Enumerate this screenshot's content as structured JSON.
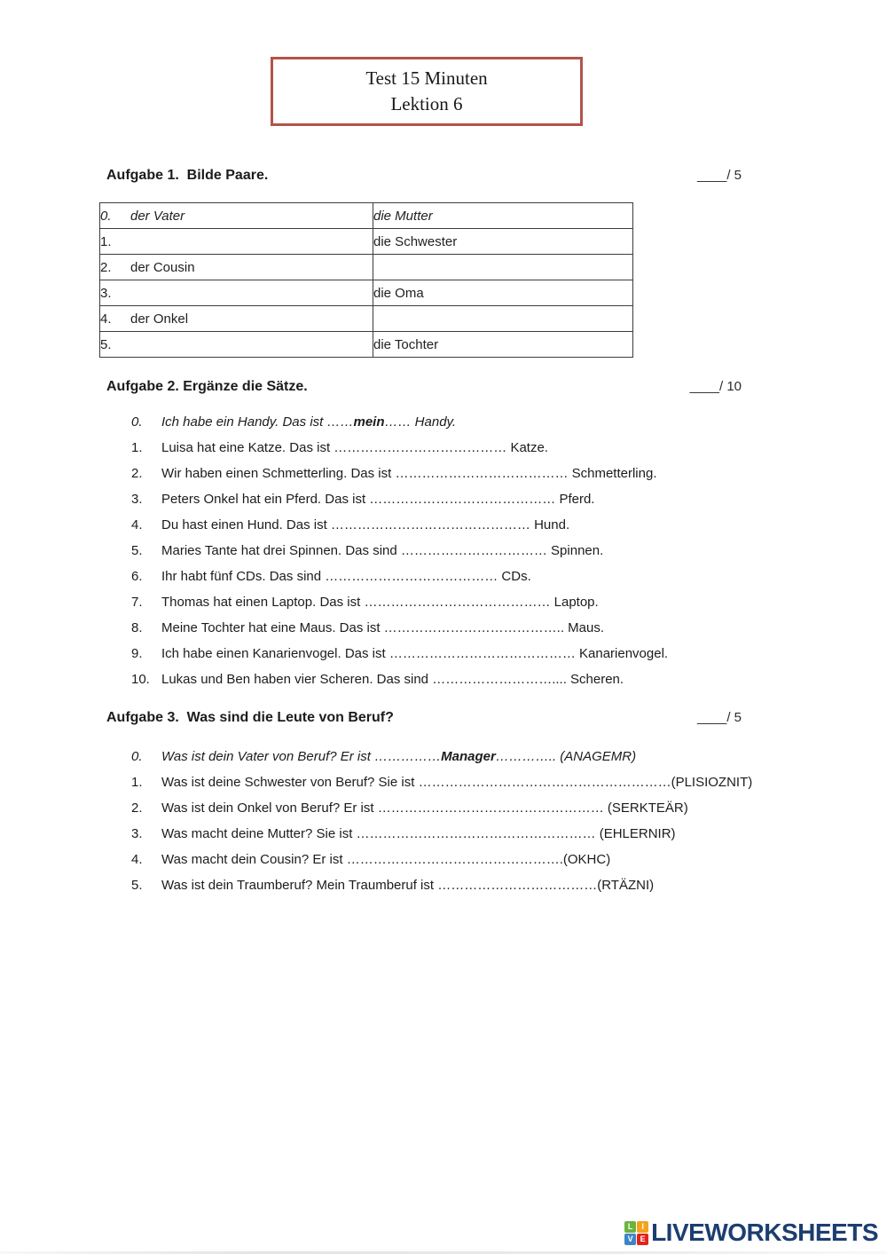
{
  "title": {
    "line1": "Test 15 Minuten",
    "line2": "Lektion 6",
    "border_color": "#b2544a"
  },
  "aufgabe1": {
    "heading": "Aufgabe 1.  Bilde Paare.",
    "score": "____/ 5",
    "table_rows": [
      {
        "num": "0.",
        "left": "der Vater",
        "right": "die Mutter"
      },
      {
        "num": "1.",
        "left": "",
        "right": "die Schwester"
      },
      {
        "num": "2.",
        "left": "der Cousin",
        "right": ""
      },
      {
        "num": "3.",
        "left": "",
        "right": "die Oma"
      },
      {
        "num": "4.",
        "left": "der Onkel",
        "right": ""
      },
      {
        "num": "5.",
        "left": "",
        "right": "die Tochter"
      }
    ]
  },
  "aufgabe2": {
    "heading": "Aufgabe 2. Ergänze die Sätze.",
    "score": "____/ 10",
    "items": [
      {
        "num": "0.",
        "pre": "Ich habe ein Handy. Das ist ……",
        "bold": "mein",
        "post": "…… Handy."
      },
      {
        "num": "1.",
        "text": "Luisa hat eine Katze. Das ist ………………………………… Katze."
      },
      {
        "num": "2.",
        "text": "Wir haben einen Schmetterling. Das ist ………………………………… Schmetterling."
      },
      {
        "num": "3.",
        "text": "Peters Onkel hat ein Pferd. Das ist …………………………………… Pferd."
      },
      {
        "num": "4.",
        "text": "Du hast einen Hund. Das ist ……………………………………… Hund."
      },
      {
        "num": "5.",
        "text": "Maries Tante hat drei Spinnen. Das sind …………………………… Spinnen."
      },
      {
        "num": "6.",
        "text": "Ihr habt fünf CDs. Das sind ………………………………… CDs."
      },
      {
        "num": "7.",
        "text": "Thomas hat einen Laptop. Das ist …………………………………… Laptop."
      },
      {
        "num": "8.",
        "text": "Meine Tochter hat eine Maus. Das ist ………………………………….. Maus."
      },
      {
        "num": "9.",
        "text": "Ich habe einen Kanarienvogel. Das ist …………………………………… Kanarienvogel."
      },
      {
        "num": "10.",
        "text": "Lukas und Ben haben vier Scheren. Das sind ……………………….... Scheren."
      }
    ]
  },
  "aufgabe3": {
    "heading": "Aufgabe 3.  Was sind die Leute von Beruf?",
    "score": "____/ 5",
    "items": [
      {
        "num": "0.",
        "pre": "Was ist dein Vater von Beruf? Er ist ……………",
        "bold": "Manager",
        "post": "………….. (ANAGEMR)"
      },
      {
        "num": "1.",
        "text": "Was ist deine Schwester von Beruf? Sie ist …………………………………………………(PLISIOZNIT)"
      },
      {
        "num": "2.",
        "text": "Was ist dein Onkel von Beruf? Er ist …………………………………………… (SERKTEÄR)"
      },
      {
        "num": "3.",
        "text": "Was macht deine Mutter? Sie ist ……………………………………………… (EHLERNIR)"
      },
      {
        "num": "4.",
        "text": "Was macht dein Cousin? Er ist ………………………………………….(OKHC)"
      },
      {
        "num": "5.",
        "text": "Was ist dein Traumberuf? Mein Traumberuf ist ………………………………(RTÄZNI)"
      }
    ]
  },
  "footer": {
    "logo_text": "LIVEWORKSHEETS",
    "logo_text_color": "#1c3e70",
    "logo_tiles": [
      {
        "letter": "L",
        "color": "#6cb33f"
      },
      {
        "letter": "I",
        "color": "#f5a31a"
      },
      {
        "letter": "V",
        "color": "#3d85c6"
      },
      {
        "letter": "E",
        "color": "#e2231a"
      }
    ]
  }
}
